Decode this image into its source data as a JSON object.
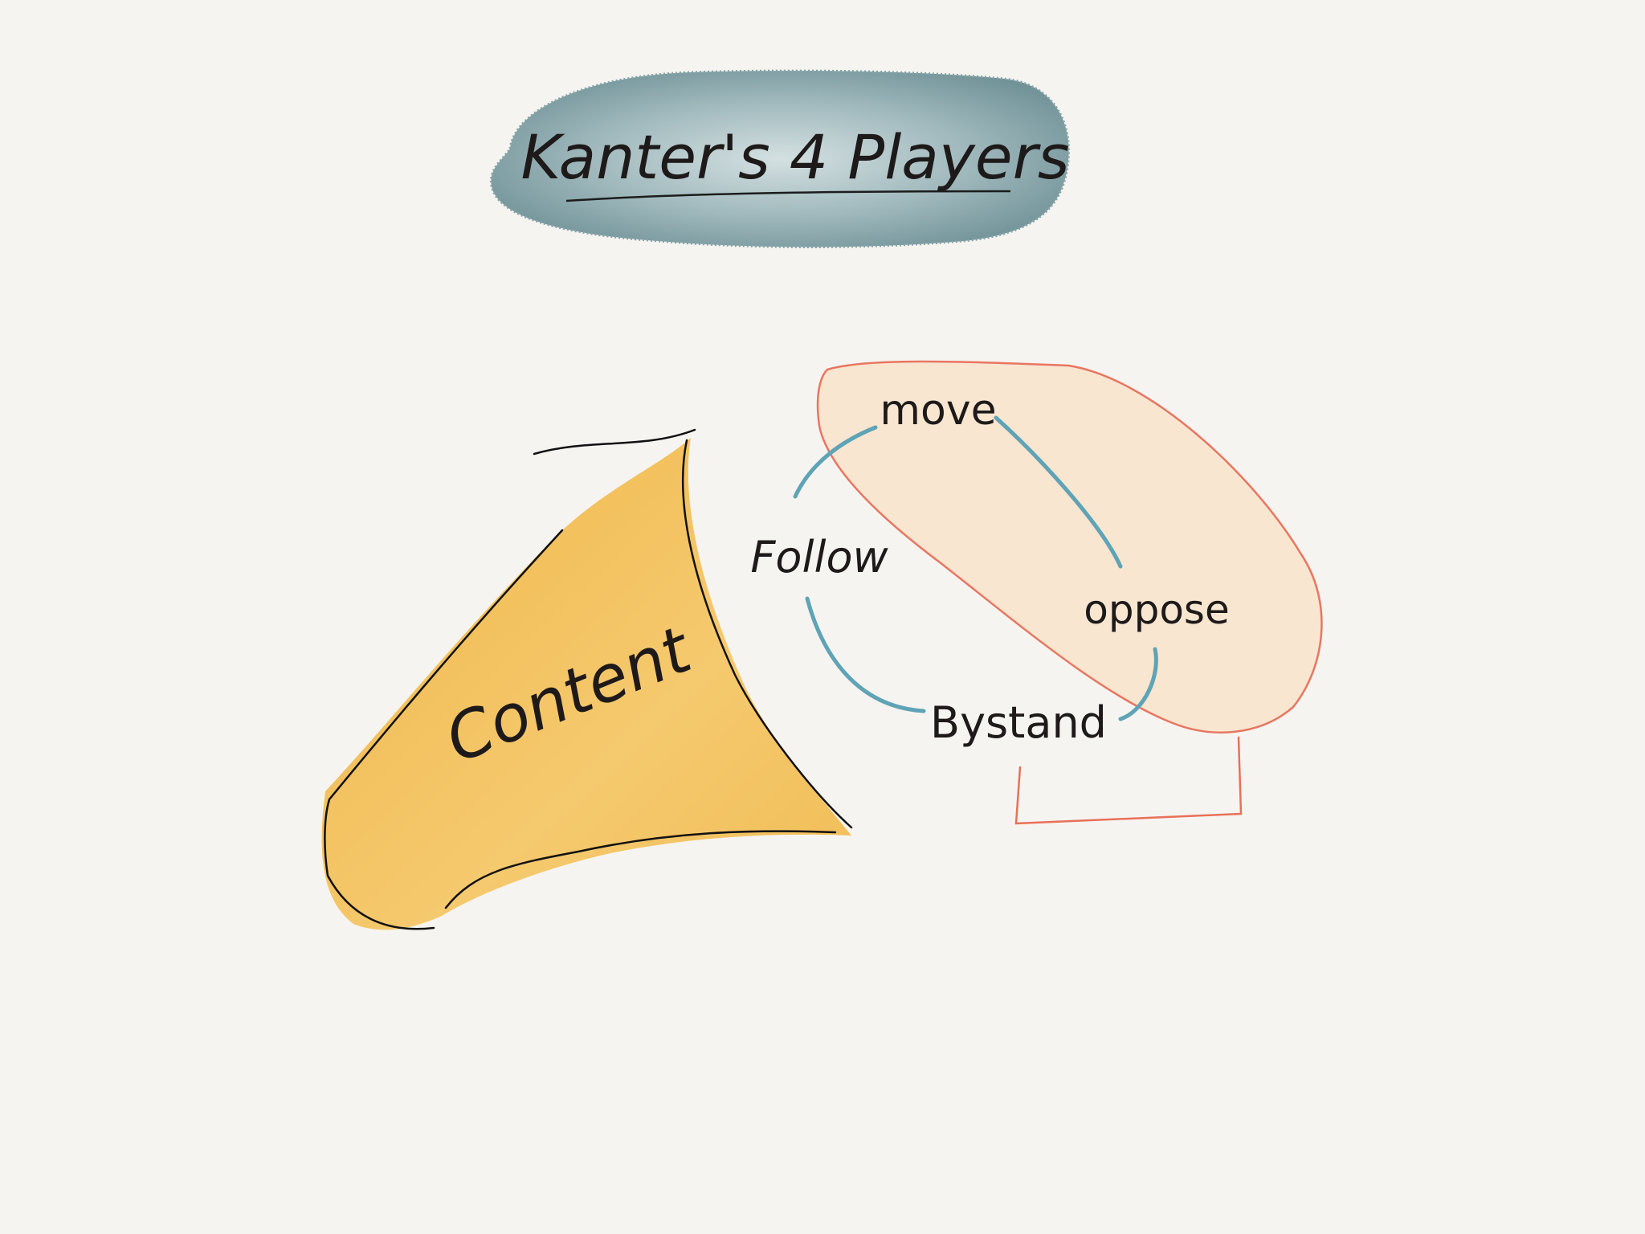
{
  "title": "Kanter's 4 Players",
  "content_label": "Content",
  "players": {
    "move": "move",
    "follow": "Follow",
    "oppose": "oppose",
    "bystand": "Bystand"
  },
  "colors": {
    "background": "#f6f4f0",
    "title_blob": "#7f9ea3",
    "content_fill": "#f3c15f",
    "highlight_fill": "#f9e6cf",
    "highlight_stroke": "#e8705a",
    "cycle_arrows": "#5fa3b6",
    "ink": "#1e1a1a"
  }
}
